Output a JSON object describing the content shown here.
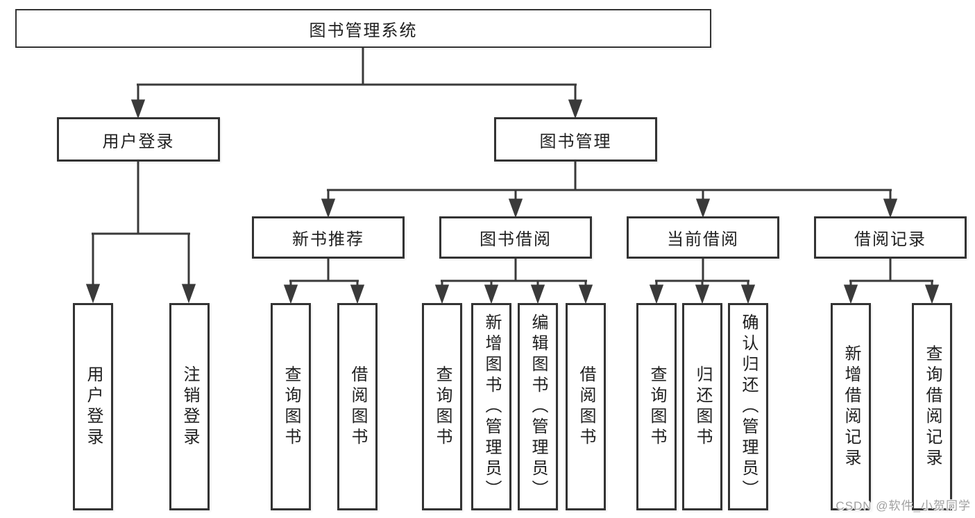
{
  "tree": {
    "root": "图书管理系统",
    "login": {
      "label": "用户登录",
      "leaves": [
        "用户登录",
        "注销登录"
      ]
    },
    "management": {
      "label": "图书管理",
      "sections": {
        "new_books": {
          "label": "新书推荐",
          "leaves": [
            "查询图书",
            "借阅图书"
          ]
        },
        "borrow": {
          "label": "图书借阅",
          "leaves": [
            "查询图书",
            "新增图书（管理员）",
            "编辑图书（管理员）",
            "借阅图书"
          ]
        },
        "current": {
          "label": "当前借阅",
          "leaves": [
            "查询图书",
            "归还图书",
            "确认归还（管理员）"
          ]
        },
        "records": {
          "label": "借阅记录",
          "leaves": [
            "新增借阅记录",
            "查询借阅记录"
          ]
        }
      }
    }
  },
  "watermark": "CSDN @软件_小贺同学",
  "colors": {
    "line": "#3a3a3a",
    "border": "#333333",
    "text": "#1f1f1f",
    "watermark": "#a0a0a0",
    "background": "#ffffff"
  }
}
